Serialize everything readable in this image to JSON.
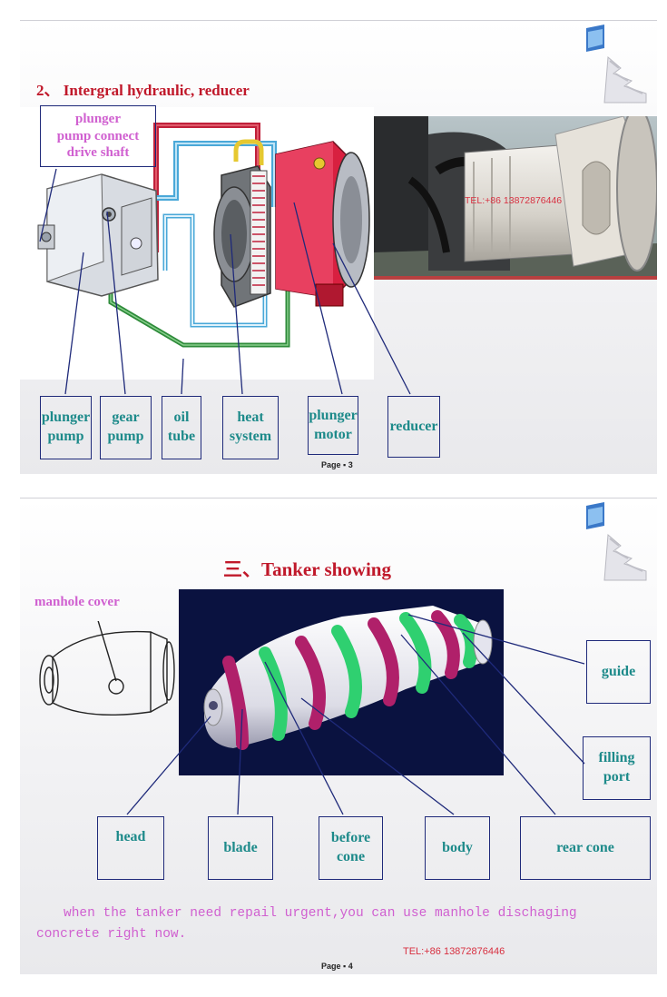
{
  "slide1": {
    "title": "2、 Intergral hydraulic, reducer",
    "top_label": "plunger\npump connect\ndrive shaft",
    "labels": [
      "plunger\npump",
      "gear\npump",
      "oil\ntube",
      "heat\nsystem",
      "plunger\nmotor",
      "reducer"
    ],
    "photo_tel": "TEL:+86 13872876446",
    "page": "Page ▪ 3"
  },
  "slide2": {
    "title": "三、Tanker showing",
    "manhole_label": "manhole cover",
    "labels_right": [
      "guide",
      "filling\nport"
    ],
    "labels_bottom": [
      "head",
      "blade",
      "before\ncone",
      "body",
      "rear cone"
    ],
    "note_line1": "when the tanker need repail urgent,you can use manhole dischaging",
    "note_line2": "concrete right now.",
    "tel": "TEL:+86 13872876446",
    "page": "Page ▪ 4"
  },
  "colors": {
    "title_red": "#c0182a",
    "label_teal": "#1d8a8a",
    "label_pink": "#d060d0",
    "box_border": "#1f2a7a",
    "pipe_red": "#c0203a",
    "pipe_blue": "#4aa8d8",
    "pipe_green": "#2e8b3a",
    "blade_green": "#2fd070",
    "blade_magenta": "#b0206a",
    "render_bg": "#0a1240"
  },
  "icons": [
    "staircase-decoration-icon"
  ]
}
